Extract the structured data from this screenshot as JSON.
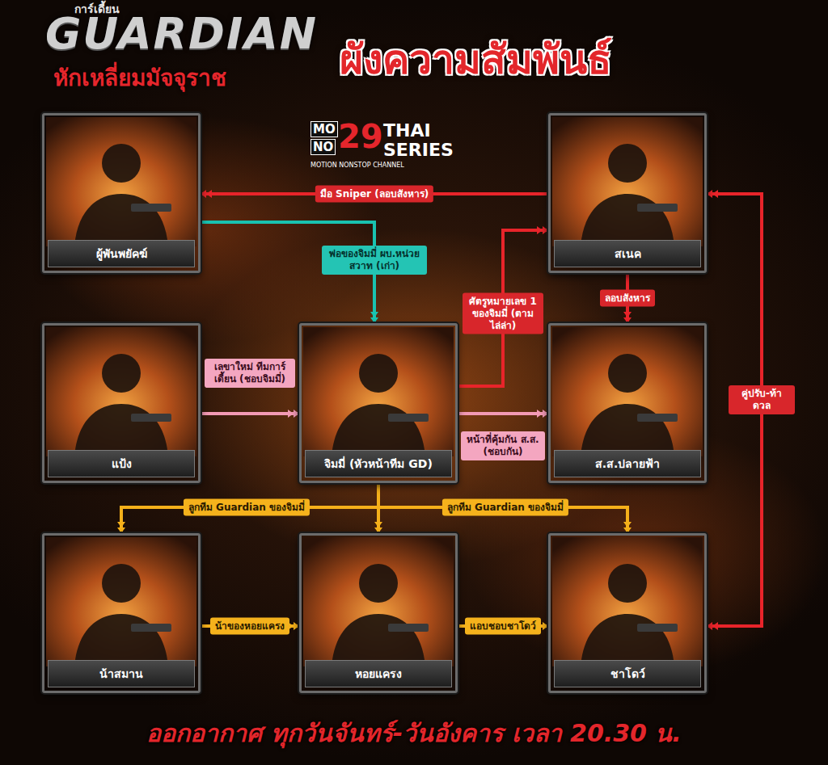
{
  "diagram": {
    "title": "ผังความสัมพันธ์",
    "caption": "ออกอากาศ ทุกวันจันทร์-วันอังคาร เวลา 20.30 น.",
    "nodes": [
      {
        "text": [
          "ผู้พันพยัคฆ์"
        ]
      },
      {
        "text": [
          "สเนค"
        ]
      },
      {
        "text": [
          "แป้ง"
        ]
      },
      {
        "text": [
          "จิมมี่ (หัวหน้าทีม GD)"
        ]
      },
      {
        "text": [
          "ส.ส.ปลายฟ้า"
        ]
      },
      {
        "text": [
          "น้าสมาน"
        ]
      },
      {
        "text": [
          "หอยแครง"
        ]
      },
      {
        "text": [
          "ชาโดว์"
        ]
      }
    ],
    "edges": [
      {
        "from": 1,
        "to": 0,
        "arrow": "to",
        "label": "มือ Sniper (ลอบสังหาร)"
      },
      {
        "from": 0,
        "to": 3,
        "arrow": "to",
        "label": "พ่อของจิมมี่ ผบ.หน่วยสวาท (เก่า)"
      },
      {
        "from": 3,
        "to": 1,
        "arrow": "to",
        "label": "ศัตรูหมายเลข 1 ของจิมมี่ (ตามไล่ล่า)"
      },
      {
        "from": 1,
        "to": 4,
        "arrow": "to",
        "label": "ลอบสังหาร"
      },
      {
        "from": 2,
        "to": 3,
        "arrow": "to",
        "label": "เลขาใหม่ ทีมการ์เดี้ยน (ชอบจิมมี่)"
      },
      {
        "from": 3,
        "to": 4,
        "arrow": "to",
        "label": "หน้าที่คุ้มกัน ส.ส. (ชอบกัน)"
      },
      {
        "from": 3,
        "to": 5,
        "arrow": "to",
        "label": "ลูกทีม Guardian ของจิมมี่"
      },
      {
        "from": 3,
        "to": 6,
        "arrow": "to"
      },
      {
        "from": 3,
        "to": 7,
        "arrow": "to",
        "label": "ลูกทีม Guardian ของจิมมี่"
      },
      {
        "from": 5,
        "to": 6,
        "arrow": "to",
        "label": "น้าของหอยแครง"
      },
      {
        "from": 6,
        "to": 7,
        "arrow": "to",
        "label": "แอบชอบชาโดว์"
      },
      {
        "from": 1,
        "to": 7,
        "arrow": "both",
        "label": "คู่ปรับ-ท้าดวล"
      }
    ],
    "labels": [
      "การ์เดี้ยน",
      "GUARDIAN",
      "หักเหลี่ยมมัจจุราช",
      "MO",
      "NO",
      "29",
      "THAI",
      "SERIES",
      "MOTION NONSTOP CHANNEL"
    ]
  }
}
